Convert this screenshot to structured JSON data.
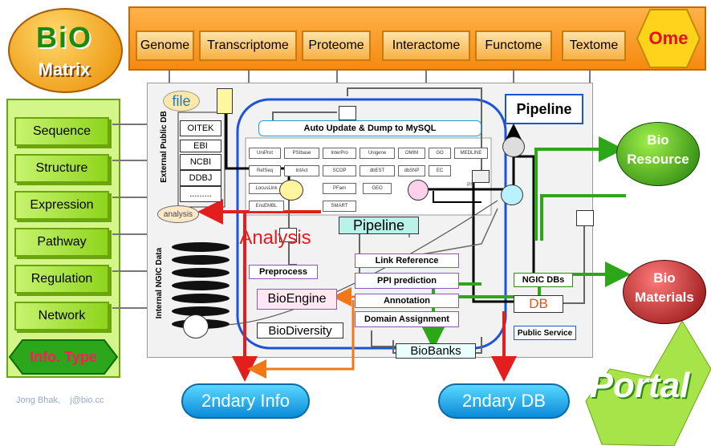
{
  "logo": {
    "bio": "BiO",
    "matrix": "Matrix"
  },
  "omics": [
    "Genome",
    "Transcriptome",
    "Proteome",
    "Interactome",
    "Functome",
    "Textome"
  ],
  "ome": "Ome",
  "info_types": [
    "Sequence",
    "Structure",
    "Expression",
    "Pathway",
    "Regulation",
    "Network"
  ],
  "info_type_label": "Info. Type",
  "external_db_label": "External Public DB",
  "internal_db_label": "Internal NGIC Data",
  "external_dbs": [
    "OITEK",
    "EBI",
    "NCBI",
    "DDBJ",
    "........."
  ],
  "file_label": "file",
  "analysis_small": "analysis",
  "pipeline_title": "Pipeline",
  "auto_update": "Auto Update & Dump to MySQL",
  "db_cells": [
    "UniProt",
    "PSIbase",
    "InterPro",
    "Unigene",
    "OMIM",
    "GO",
    "MEDLINE",
    "RefSeq",
    "IntAct",
    "SCOP",
    "dbEST",
    "dbSNP",
    "EC",
    "LocusLink",
    "PFam",
    "GEO",
    "PSI",
    "EnsEMBL",
    "SMART"
  ],
  "pipeline_label": "Pipeline",
  "analysis_label": "Analysis",
  "processes": [
    "Link Reference",
    "PPI prediction",
    "Annotation",
    "Domain Assignment",
    "Preprocess"
  ],
  "bioengine": "BioEngine",
  "biodiversity": "BioDiversity",
  "biobanks": "BioBanks",
  "ngic_dbs": "NGIC DBs",
  "db": "DB",
  "public_service": "Public Service",
  "bio_resource": [
    "Bio",
    "Resource"
  ],
  "bio_materials": [
    "Bio",
    "Materials"
  ],
  "secondary_info": "2ndary Info",
  "secondary_db": "2ndary DB",
  "portal": "Portal",
  "credit": "Jong Bhak,    j@bio.cc",
  "colors": {
    "orange": "#f79a1c",
    "green": "#7dc81a",
    "red": "#e21e1e",
    "blue": "#1a55d8",
    "cyan": "#1aa3d8",
    "dark_green": "#2e8a10"
  }
}
